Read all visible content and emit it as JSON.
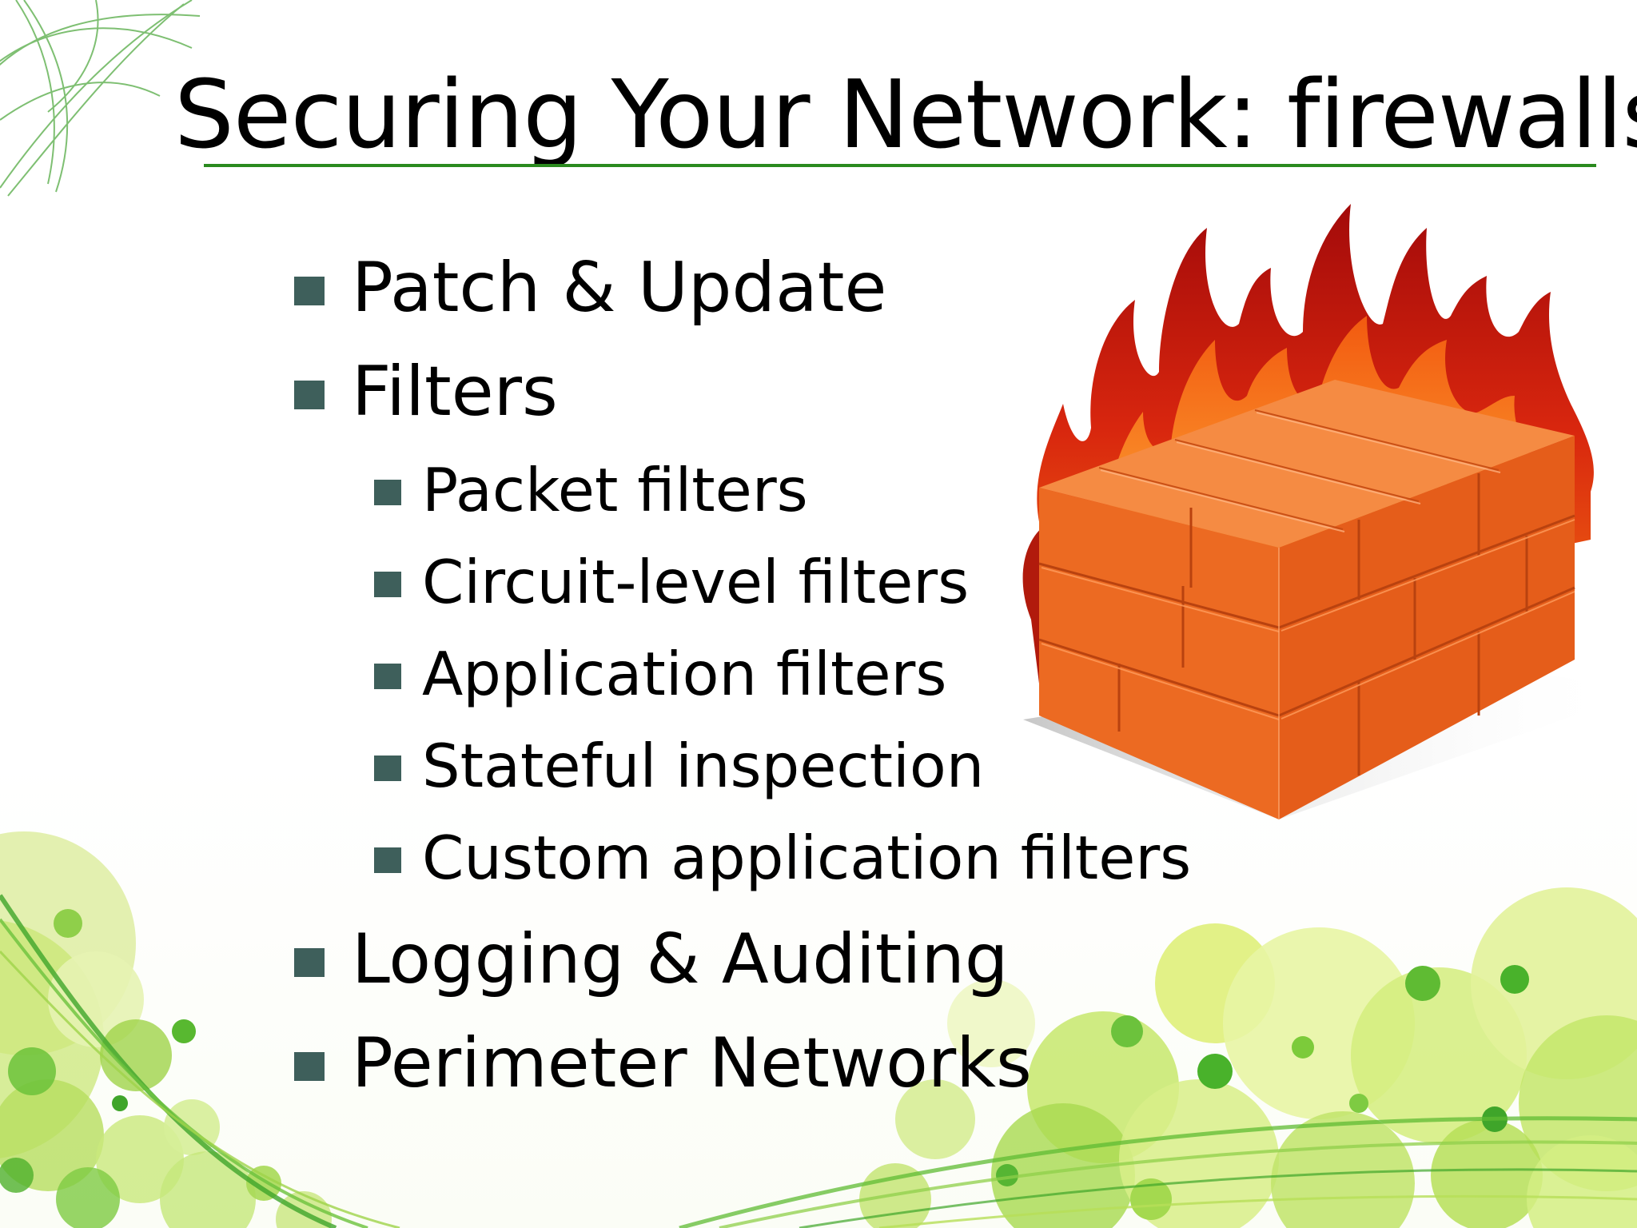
{
  "slide": {
    "title": "Securing Your Network: firewalls",
    "accent_color": "#2a8a1e",
    "bullet_color": "#3e5f5b",
    "bullets": [
      {
        "text": "Patch & Update"
      },
      {
        "text": "Filters",
        "sub": [
          "Packet filters",
          "Circuit-level filters",
          "Application filters",
          "Stateful inspection",
          "Custom application filters"
        ]
      },
      {
        "text": "Logging & Auditing"
      },
      {
        "text": "Perimeter Networks"
      }
    ],
    "image": {
      "name": "firewall-brick-wall-with-flames"
    }
  }
}
